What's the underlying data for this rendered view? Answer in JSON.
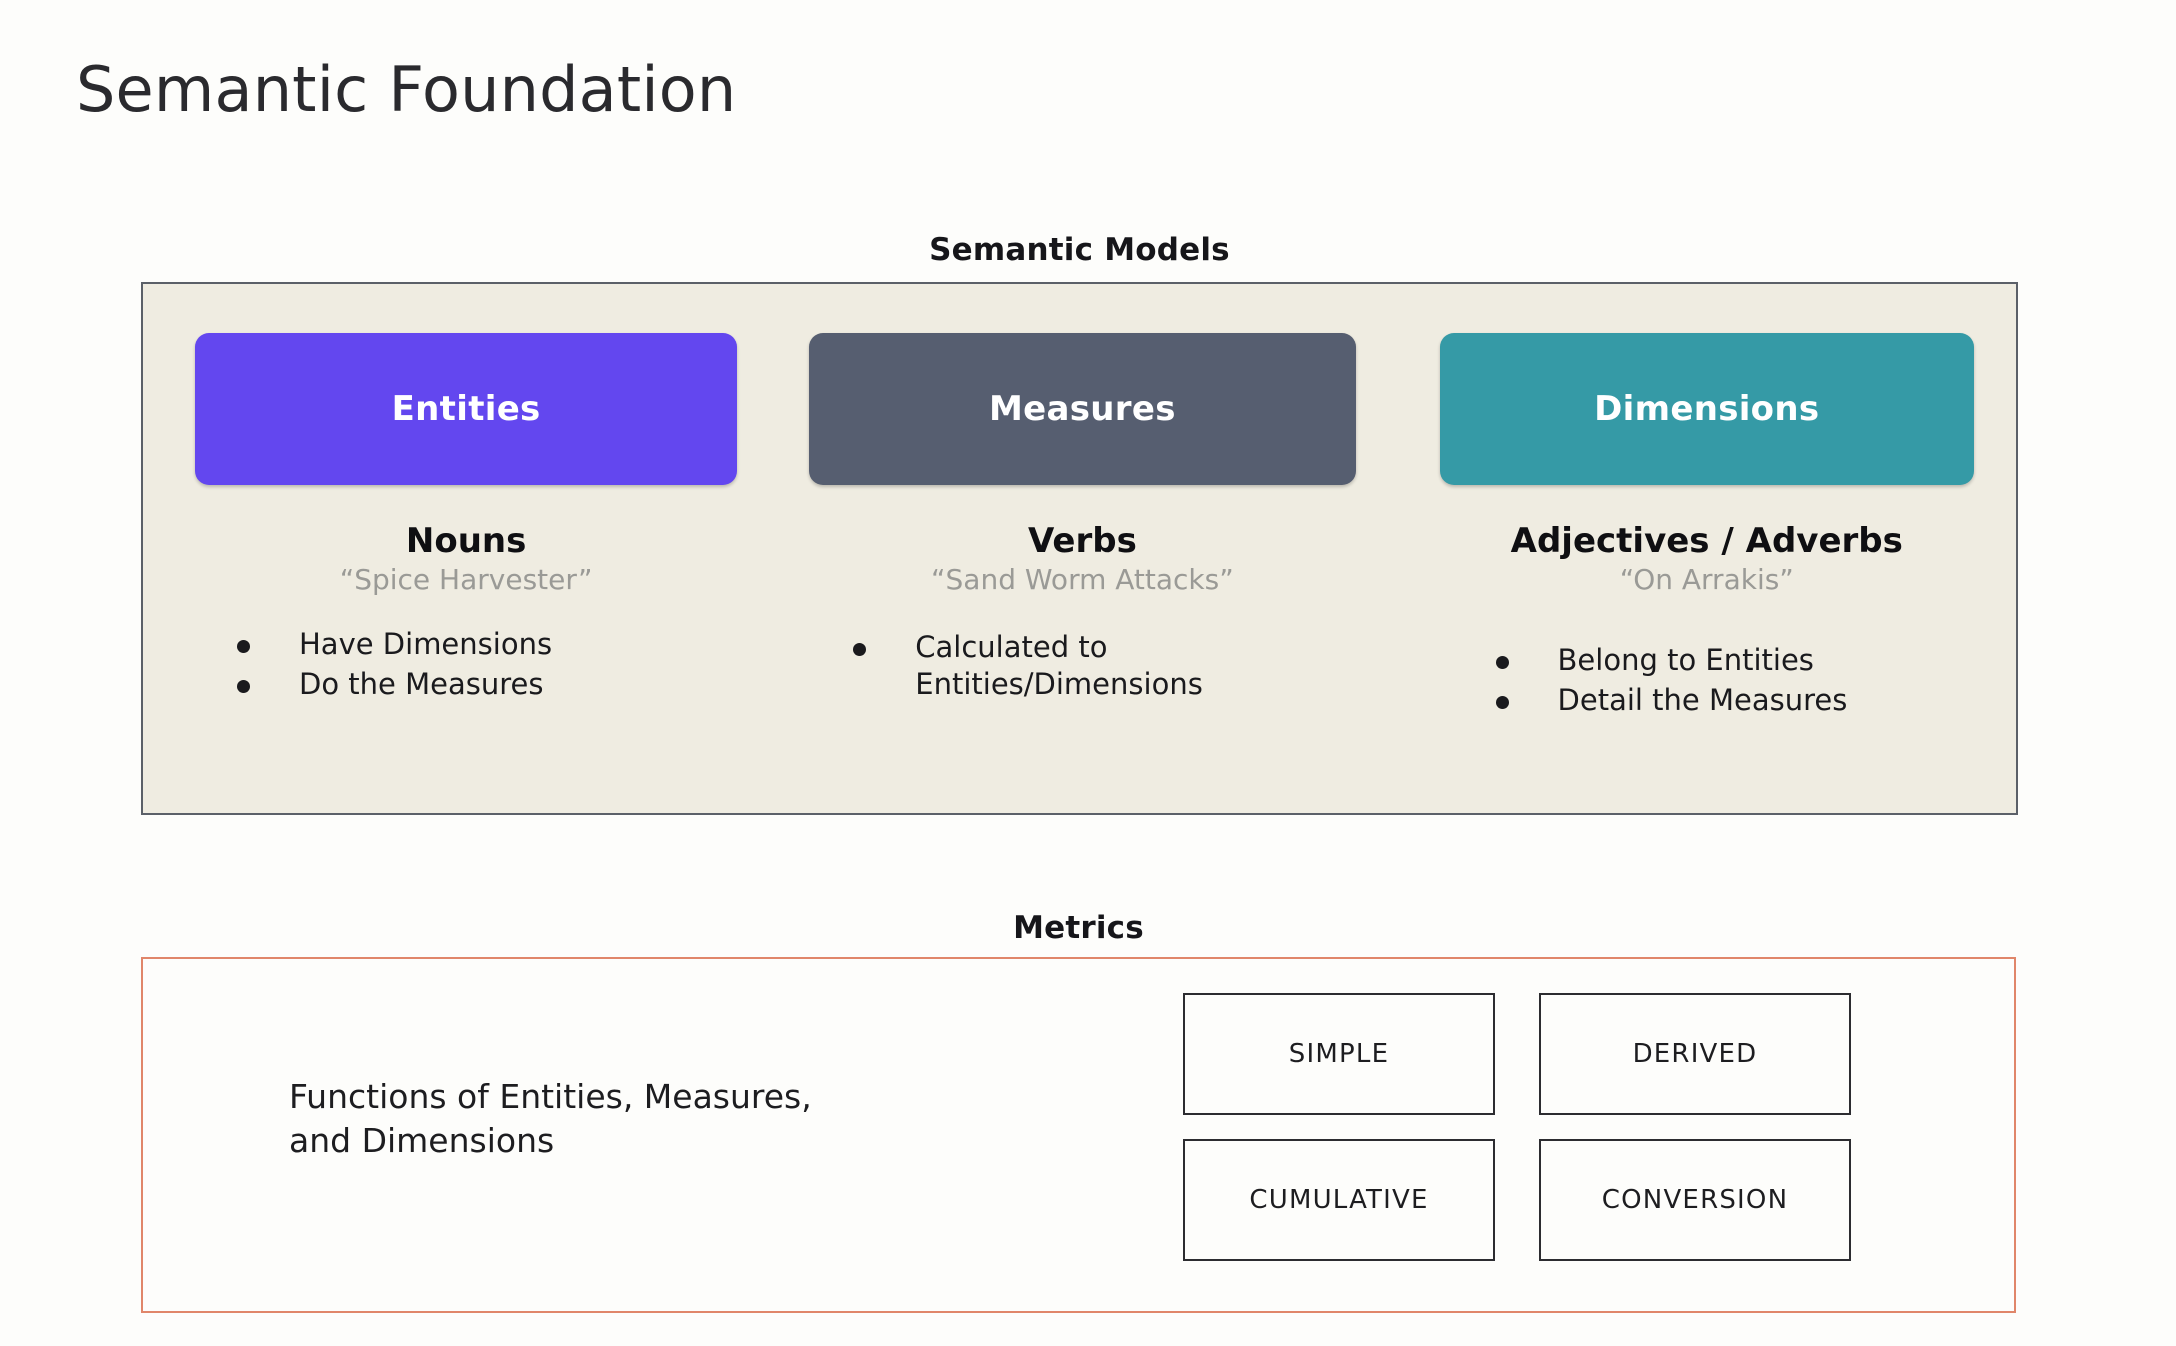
{
  "page": {
    "title": "Semantic Foundation",
    "background_color": "#fdfdfb"
  },
  "semantic_models": {
    "header": "Semantic Models",
    "panel_background": "#efece1",
    "panel_border_color": "#5b6068",
    "columns": [
      {
        "chip_label": "Entities",
        "chip_color": "#6347ef",
        "heading": "Nouns",
        "example": "“Spice Harvester”",
        "bullets": [
          "Have Dimensions",
          "Do the Measures"
        ]
      },
      {
        "chip_label": "Measures",
        "chip_color": "#565e70",
        "heading": "Verbs",
        "example": "“Sand Worm Attacks”",
        "bullets": [
          "Calculated to Entities/Dimensions"
        ]
      },
      {
        "chip_label": "Dimensions",
        "chip_color": "#359aa6",
        "heading": "Adjectives / Adverbs",
        "example": "“On Arrakis”",
        "bullets": [
          "Belong to Entities",
          "Detail the Measures"
        ]
      }
    ]
  },
  "metrics": {
    "header": "Metrics",
    "panel_border_color": "#e0866a",
    "description_line_1": "Functions of Entities, Measures,",
    "description_line_2": "and Dimensions",
    "types": [
      "SIMPLE",
      "DERIVED",
      "CUMULATIVE",
      "CONVERSION"
    ]
  }
}
